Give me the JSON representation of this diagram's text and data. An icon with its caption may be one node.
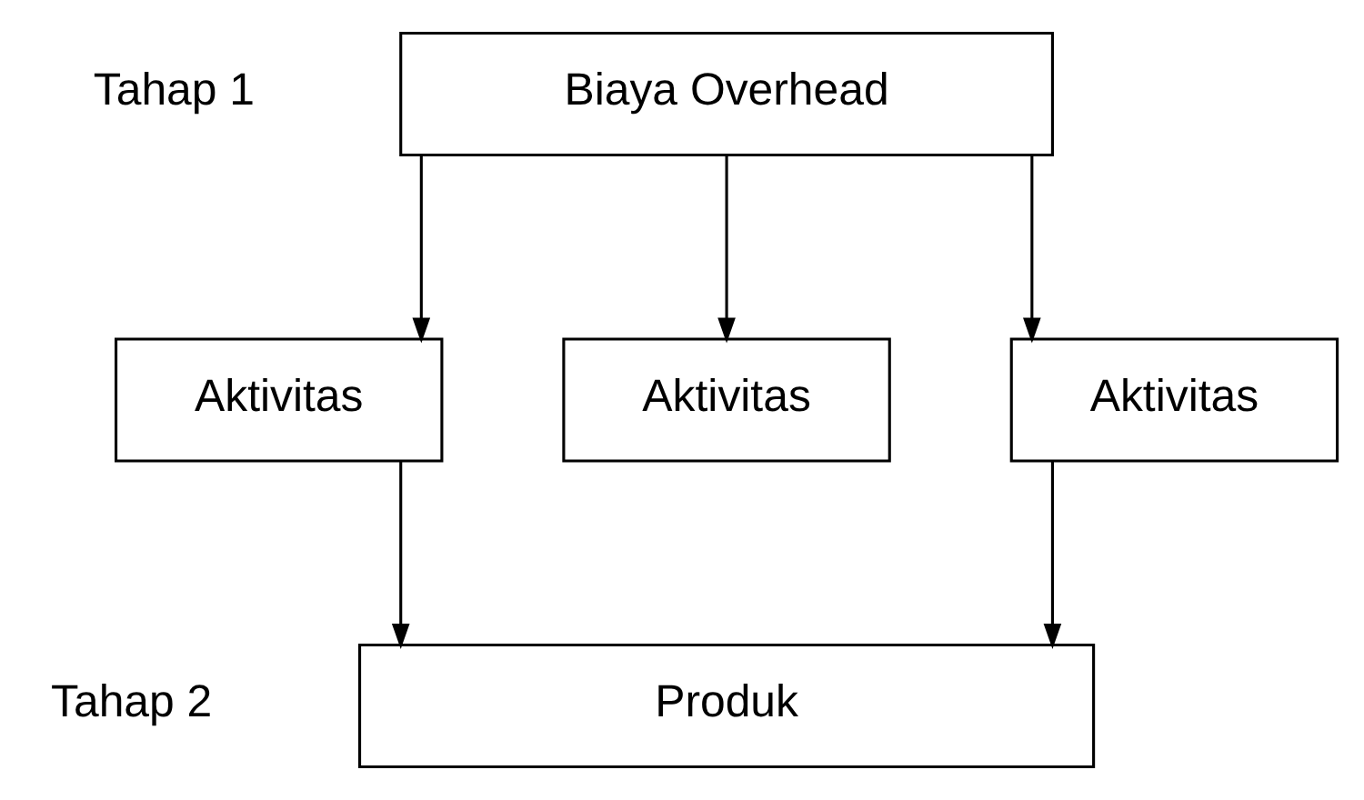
{
  "diagram": {
    "nodes": [
      {
        "text": [
          "Biaya Overhead"
        ]
      },
      {
        "text": [
          "Aktivitas"
        ]
      },
      {
        "text": [
          "Aktivitas"
        ]
      },
      {
        "text": [
          "Aktivitas"
        ]
      },
      {
        "text": [
          "Produk"
        ]
      }
    ],
    "edges": [
      {
        "from": 0,
        "to": 1,
        "arrow": "to"
      },
      {
        "from": 0,
        "to": 2,
        "arrow": "to"
      },
      {
        "from": 0,
        "to": 3,
        "arrow": "to"
      },
      {
        "from": 1,
        "to": 4,
        "arrow": "to"
      },
      {
        "from": 3,
        "to": 4,
        "arrow": "to"
      }
    ],
    "labels": [
      "Tahap 1",
      "Tahap 2"
    ]
  }
}
